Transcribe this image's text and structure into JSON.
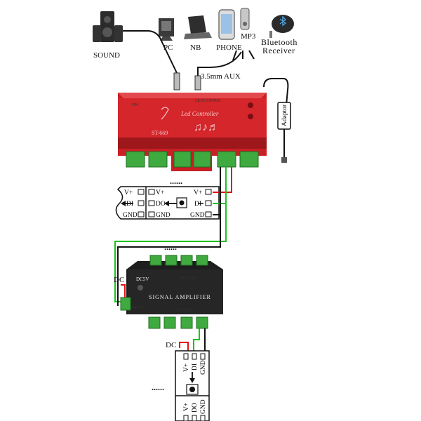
{
  "sources": {
    "sound": "SOUND",
    "pc": "PC",
    "nb": "NB",
    "phone": "PHONE",
    "mp3": "MP3",
    "bluetooth_line1": "Bluetooth",
    "bluetooth_line2": "Receiver",
    "aux": "3.5mm AUX"
  },
  "controller": {
    "name": "Led Controller",
    "model": "ST-669",
    "adaptor": "Adaptor"
  },
  "strip_top": {
    "left_pins": [
      "V+",
      "DI",
      "GND"
    ],
    "mid_pins": [
      "V+",
      "DO",
      "GND"
    ],
    "right_pins": [
      "V+",
      "DI",
      "GND"
    ],
    "dots": "......"
  },
  "amplifier": {
    "title": "SIGNAL AMPLIFIER",
    "dc_in": "DC5V",
    "input": "INPUT",
    "output": "OUTPUT",
    "dc_label": "DC",
    "dots": "......"
  },
  "strip_bottom": {
    "dc_label": "DC",
    "top_pins": [
      "V+",
      "DI",
      "GND"
    ],
    "bottom_pins": [
      "V+",
      "DO",
      "GND"
    ],
    "dots": "......"
  },
  "colors": {
    "controller_red": "#d4262b",
    "wire_red": "#e01010",
    "wire_green": "#1ec21e",
    "terminal_green": "#3faa3f",
    "amp_black": "#1e1e1e"
  }
}
